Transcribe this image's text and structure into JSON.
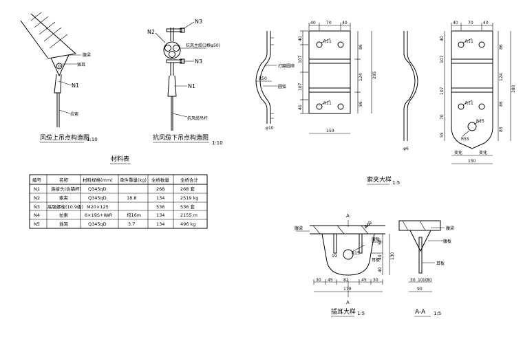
{
  "upper_view": {
    "title": "风缆上吊点构造图",
    "scale": "1:10",
    "labels": {
      "beam": "腹梁",
      "ear": "插耳",
      "n1": "N1",
      "cable": "拉索"
    }
  },
  "lower_view": {
    "title": "抗风缆下吊点构造图",
    "scale": "1:10",
    "labels": {
      "n2": "N2",
      "n3a": "N3",
      "n3b": "N3",
      "main": "抗风主缆(3根φ50)",
      "n1": "N1",
      "rod": "抗风缆吊杆"
    }
  },
  "clamp_detail": {
    "title": "索夹大样",
    "scale": "1:5",
    "labels": {
      "polish": "打磨圆顺",
      "arc": "圆弧",
      "r50": "R50",
      "phi10": "φ10",
      "phi6": "φ6",
      "r11a": "R11",
      "r11b": "R11",
      "r11c": "R11",
      "r11d": "R11",
      "r15": "R15",
      "r55": "R55",
      "var1": "变化",
      "var2": "变化"
    },
    "dims_top": [
      "40",
      "70",
      "40"
    ],
    "dims_top2": [
      "40",
      "70",
      "40"
    ],
    "dims_side": [
      "40",
      "107",
      "107",
      "40"
    ],
    "dims_inner": [
      "86",
      "124",
      "86"
    ],
    "total": "295",
    "total2": "380",
    "side2": [
      "40",
      "107",
      "107",
      "70",
      "55"
    ],
    "inner2": [
      "86",
      "124",
      "86",
      "85"
    ],
    "width": "150",
    "width2": "150"
  },
  "ear_detail": {
    "title": "插耳大样",
    "scale": "1:5",
    "labels": {
      "beam": "腹梁",
      "plate": "腹板",
      "ear": "耳板",
      "r15": "R15",
      "r60": "R60",
      "phi19": "19",
      "secA1": "A",
      "secA2": "A"
    },
    "dims_bottom": [
      "30",
      "45",
      "82",
      "45",
      "30"
    ],
    "total": "170",
    "dims_right": [
      "50",
      "40",
      "40"
    ],
    "total_right": "130"
  },
  "section_aa": {
    "title": "A-A",
    "scale": "1:5",
    "labels": {
      "beam": "腹梁",
      "plate": "腹板",
      "ear": "耳板"
    },
    "dims": [
      "30",
      "10",
      "10",
      "30"
    ],
    "total": "90"
  },
  "materials": {
    "title": "材料表",
    "headers": [
      "编号",
      "名称",
      "材料规格(mm)",
      "单件重量(kg)",
      "全桥数量",
      "全桥合计"
    ],
    "rows": [
      [
        "N1",
        "连接头(含锚杯)",
        "Q345qD",
        "",
        "268",
        "268 套"
      ],
      [
        "N2",
        "索夹",
        "Q345qD",
        "18.8",
        "134",
        "2519 kg"
      ],
      [
        "N3",
        "高强螺栓(10.9级)",
        "M20×125",
        "",
        "536",
        "536 套"
      ],
      [
        "N4",
        "拉索",
        "6×19S+IWR",
        "均16m",
        "134",
        "2155 m"
      ],
      [
        "N5",
        "插耳",
        "Q345qD",
        "3.7",
        "134",
        "496 kg"
      ]
    ]
  }
}
